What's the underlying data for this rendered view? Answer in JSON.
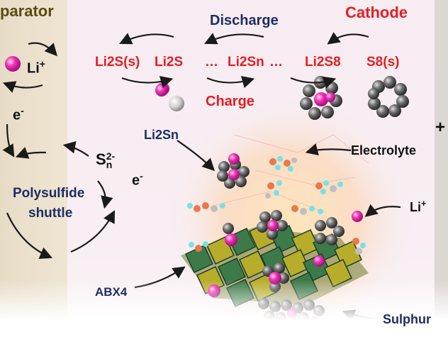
{
  "labels": {
    "separator": "parator",
    "cathode": "Cathode",
    "discharge": "Discharge",
    "charge": "Charge",
    "species_li2s_s": "Li2S(s)",
    "species_li2s": "Li2S",
    "species_dots1": "…",
    "species_li2sn": "Li2Sn",
    "species_dots2": "…",
    "species_li2s8": "Li2S8",
    "species_s8": "S8(s)",
    "li_ion": "Li",
    "li_sup": "+",
    "electron": "e",
    "electron_sup": "-",
    "sn_base": "S",
    "sn_sub": "n",
    "sn_sup": "2-",
    "electron2": "e",
    "electron2_sup": "-",
    "polysulfide_line1": "Polysulfide",
    "polysulfide_line2": "shuttle",
    "li2sn_callout": "Li2Sn",
    "electrolyte": "Electrolyte",
    "li_callout": "Li",
    "li_callout_sup": "+",
    "abx4": "ABX4",
    "sulphur": "Sulphur",
    "plus": "+"
  },
  "colors": {
    "red": "#e41e23",
    "navy": "#1f2d63",
    "li_pink": "#f032b4",
    "sulfur_gray": "#555555",
    "layer_green": "#3d7a4a",
    "layer_yellow": "#b8ad2a"
  }
}
